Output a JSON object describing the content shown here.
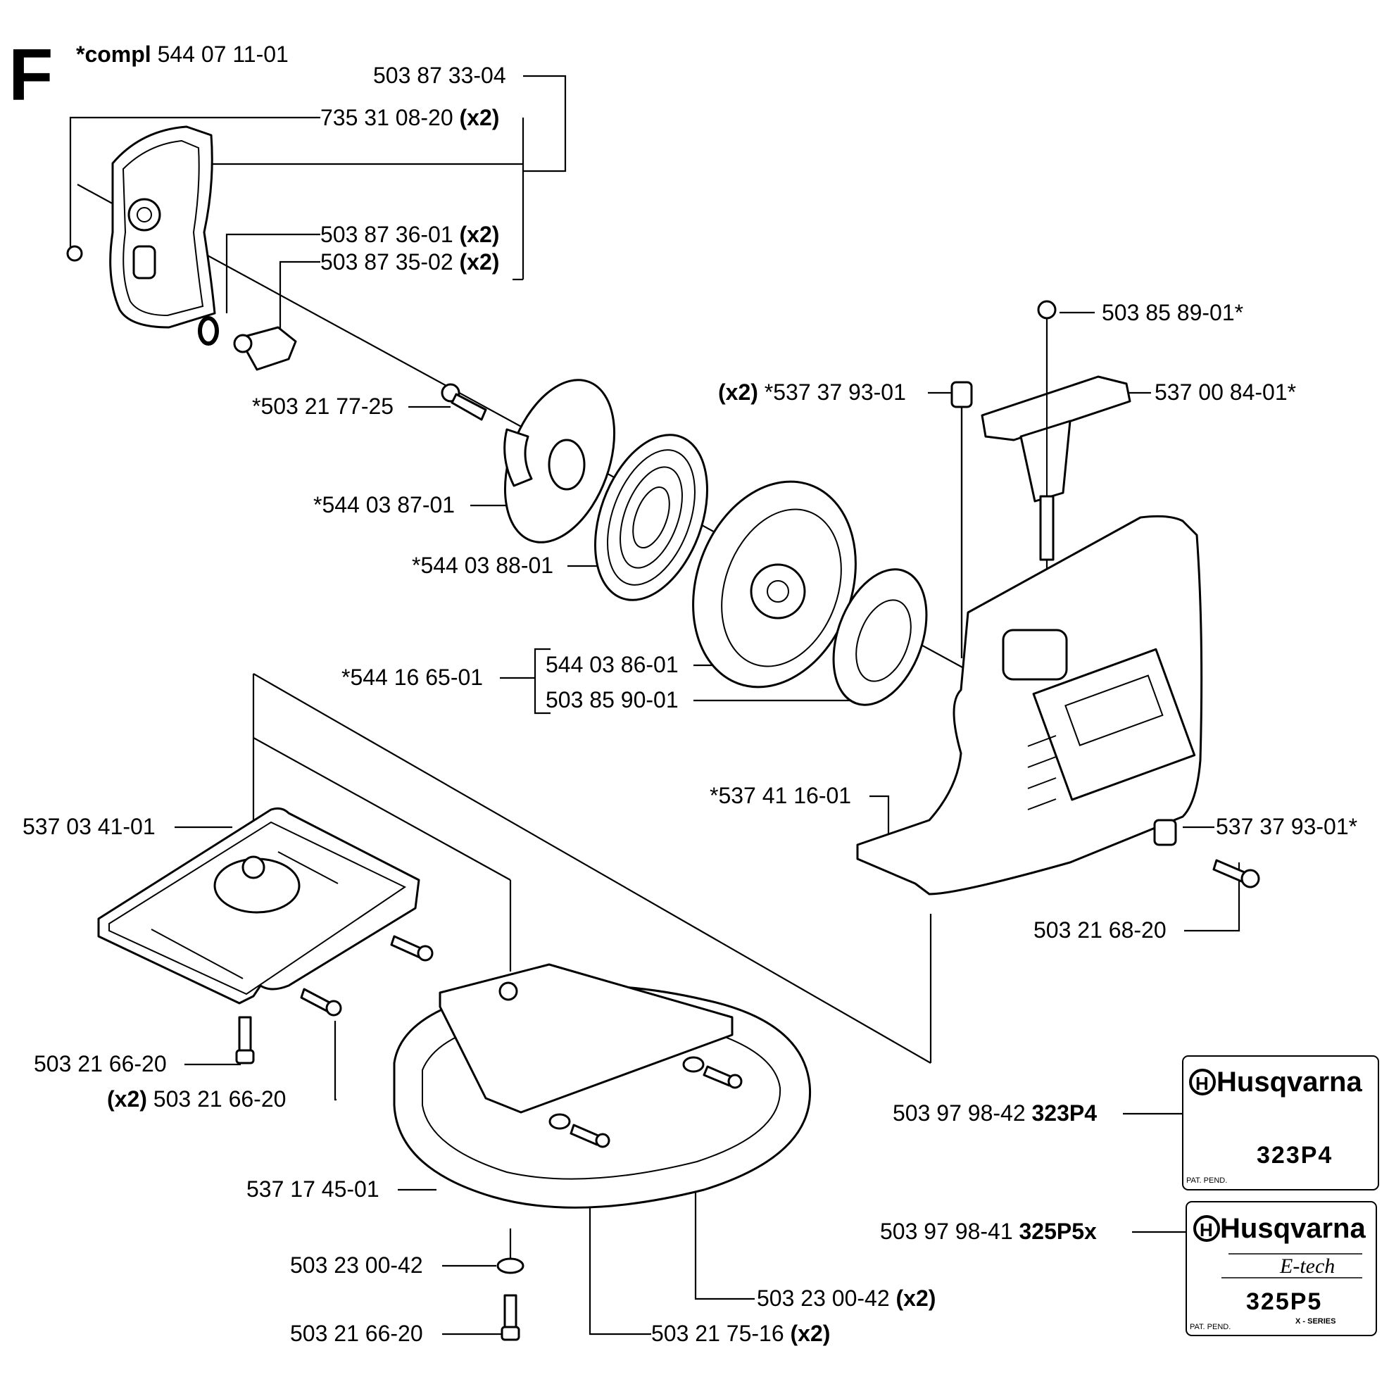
{
  "section_letter": "F",
  "compl": {
    "prefix": "*compl",
    "number": "544 07 11-01"
  },
  "labels": {
    "l1": {
      "text": "503 87 33-04",
      "qty": ""
    },
    "l2": {
      "text": "735 31 08-20",
      "qty": "(x2)"
    },
    "l3": {
      "text": "503 87 36-01",
      "qty": "(x2)"
    },
    "l4": {
      "text": "503 87 35-02",
      "qty": "(x2)"
    },
    "l5": {
      "text": "503 85 89-01*",
      "qty": ""
    },
    "l6": {
      "text": "*537 37 93-01",
      "qty": "(x2)"
    },
    "l7": {
      "text": "537 00 84-01*",
      "qty": ""
    },
    "l8": {
      "text": "*503 21 77-25",
      "qty": ""
    },
    "l9": {
      "text": "*544 03 87-01",
      "qty": ""
    },
    "l10": {
      "text": "*544 03 88-01",
      "qty": ""
    },
    "l11": {
      "text": "*544 16 65-01",
      "qty": ""
    },
    "l12": {
      "text": "544 03 86-01",
      "qty": ""
    },
    "l13": {
      "text": "503 85 90-01",
      "qty": ""
    },
    "l14": {
      "text": "*537 41 16-01",
      "qty": ""
    },
    "l15": {
      "text": "537 37 93-01*",
      "qty": ""
    },
    "l16": {
      "text": "537 03 41-01",
      "qty": ""
    },
    "l17": {
      "text": "503 21 68-20",
      "qty": ""
    },
    "l18": {
      "text": "503 21 66-20",
      "qty": ""
    },
    "l19": {
      "text": "503 21 66-20",
      "qty": "(x2)"
    },
    "l20": {
      "text": "503 97 98-42",
      "model": "323P4"
    },
    "l21": {
      "text": "537 17 45-01",
      "qty": ""
    },
    "l22": {
      "text": "503 97 98-41",
      "model": "325P5x"
    },
    "l23": {
      "text": "503 23 00-42",
      "qty": ""
    },
    "l24": {
      "text": "503 23 00-42",
      "qty": "(x2)"
    },
    "l25": {
      "text": "503 21 66-20",
      "qty": ""
    },
    "l26": {
      "text": "503 21 75-16",
      "qty": "(x2)"
    }
  },
  "decals": {
    "d1": {
      "brand": "Husqvarna",
      "model": "323P4",
      "note": "PAT. PEND."
    },
    "d2": {
      "brand": "Husqvarna",
      "sub": "E-tech",
      "model": "325P5",
      "series": "X - SERIES",
      "note": "PAT. PEND."
    }
  }
}
